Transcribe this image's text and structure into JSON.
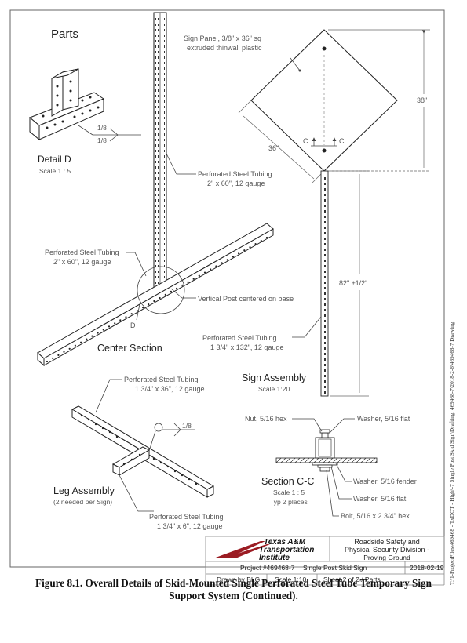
{
  "colors": {
    "ink": "#222222",
    "label": "#555555",
    "logo_red": "#9b1c23",
    "border": "#888888"
  },
  "parts_title": "Parts",
  "detail_d": {
    "title": "Detail D",
    "scale": "Scale 1 : 5",
    "weld_top": "1/8",
    "weld_bottom": "1/8"
  },
  "vertical_tube": {
    "line1": "Perforated Steel Tubing",
    "line2": "2\" x 60\", 12 gauge"
  },
  "base_tube": {
    "line1": "Perforated Steel Tubing",
    "line2": "2\" x 60\", 12 gauge"
  },
  "vertical_post_note": "Vertical Post centered on base",
  "detail_callout": "D",
  "center_section": "Center Section",
  "sign_panel": {
    "line1": "Sign Panel, 3/8\" x 36\" sq",
    "line2": "extruded thinwall plastic"
  },
  "dim_38": "38\"",
  "dim_36": "36\"",
  "section_mark": "C",
  "dim_82": "82\" ±1/2\"",
  "post_tube": {
    "line1": "Perforated Steel Tubing",
    "line2": "1 3/4\" x 132\", 12 gauge"
  },
  "sign_assembly": {
    "title": "Sign Assembly",
    "scale": "Scale 1:20"
  },
  "leg_tube_long": {
    "line1": "Perforated Steel Tubing",
    "line2": "1 3/4\" x 36\", 12 gauge"
  },
  "leg_weld": "1/8",
  "leg_assembly": {
    "title": "Leg Assembly",
    "note": "(2 needed per Sign)"
  },
  "leg_tube_short": {
    "line1": "Perforated Steel Tubing",
    "line2": "1 3/4\" x 6\", 12 gauge"
  },
  "section_cc": {
    "title": "Section C-C",
    "scale": "Scale 1 : 5",
    "note": "Typ 2 places"
  },
  "hardware": {
    "nut": "Nut, 5/16 hex",
    "washer_top": "Washer, 5/16 flat",
    "washer_fender": "Washer, 5/16 fender",
    "washer_bottom": "Washer, 5/16 flat",
    "bolt": "Bolt, 5/16 x 2 3/4\" hex"
  },
  "title_block": {
    "logo_line1": "Texas A&M",
    "logo_line2": "Transportation",
    "logo_line3": "Institute",
    "division_line1": "Roadside Safety and",
    "division_line2": "Physical Security Division -",
    "division_line3": "Proving Ground",
    "project": "Project #469468-7",
    "sheet_title": "Single Post Skid Sign",
    "date": "2018-02-19",
    "drawn_by": "Drawn by BLG",
    "scale": "Scale 1:10",
    "sheet": "Sheet 2 of 2 / Parts"
  },
  "file_path": "T:\\1-ProjectFiles\\469468 - TxDOT - High\\-7 Single Post Skid Sign\\Drafting, 469468-7\\2018-2-6\\469468-7 Drawing",
  "caption": {
    "line1": "Figure 8.1. Overall Details of Skid-Mounted Single Perforated Steel Tube Temporary Sign",
    "line2": "Support System (Continued)."
  }
}
